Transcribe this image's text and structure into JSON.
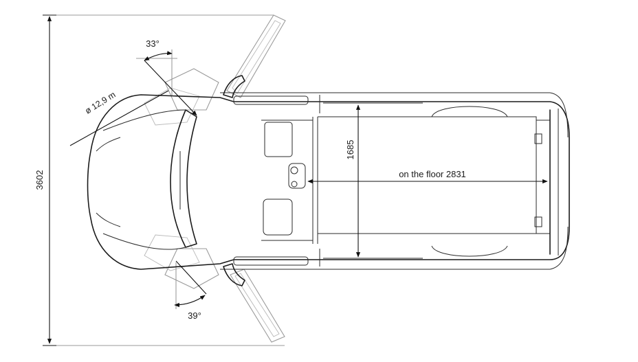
{
  "diagram": {
    "overall_length": "3602",
    "interior_width": "1685",
    "floor_length": "on the floor 2831",
    "turning_circle": "ø 12,9 m",
    "front_door_angle": "33°",
    "rear_door_angle": "39°"
  }
}
